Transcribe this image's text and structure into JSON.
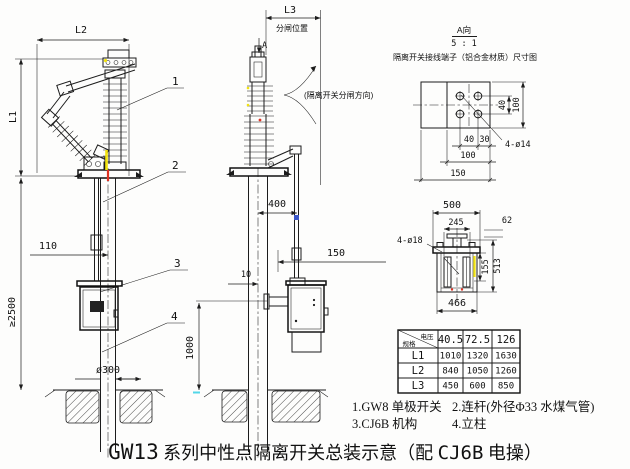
{
  "title": {
    "p1": "GW13",
    "p2": "系列中性点隔离开关总装示意（配",
    "p3": "CJ6B",
    "p4": "电操）"
  },
  "left_view": {
    "l2": "L2",
    "l1": "L1",
    "min_height": "≥2500",
    "offset_110": "110",
    "pole_dia": "ø300",
    "callouts": {
      "c1": "1",
      "c2": "2",
      "c3": "3",
      "c4": "4"
    }
  },
  "middle_view": {
    "l3": "L3",
    "open_pos": "分闸位置",
    "section_mark": "A",
    "open_dir": "(隔离开关分闸方向)",
    "d400": "400",
    "d150": "150",
    "d10": "10",
    "d1000": "1000"
  },
  "detail_a": {
    "view_label": "A向",
    "scale": "5 : 1",
    "caption": "隔离开关接线端子（铝合金材质）尺寸图",
    "d40v": "40",
    "d100v": "100",
    "d40h": "40",
    "d30": "30",
    "d100h": "100",
    "d150": "150",
    "holes": "4-ø14"
  },
  "detail_b": {
    "d500": "500",
    "d245": "245",
    "d62": "62",
    "holes": "4-ø18",
    "d155": "155",
    "d513": "513",
    "d466": "466"
  },
  "spec_table": {
    "header_col_label": "电压",
    "header_row_label": "规格",
    "columns": [
      "40.5",
      "72.5",
      "126"
    ],
    "rows": [
      {
        "label": "L1",
        "values": [
          "1010",
          "1320",
          "1630"
        ]
      },
      {
        "label": "L2",
        "values": [
          "840",
          "1050",
          "1260"
        ]
      },
      {
        "label": "L3",
        "values": [
          "450",
          "600",
          "850"
        ]
      }
    ]
  },
  "notes": {
    "item1": "1.GW8 单极开关",
    "item2": "2.连杆(外径Φ33 水煤气管)",
    "item3": "3.CJ6B 机构",
    "item4": "4.立柱"
  },
  "marker_colors": {
    "yellow": "#f2e30e",
    "red": "#e03222",
    "blue": "#3a56c8",
    "cyan": "#52d7e8"
  }
}
